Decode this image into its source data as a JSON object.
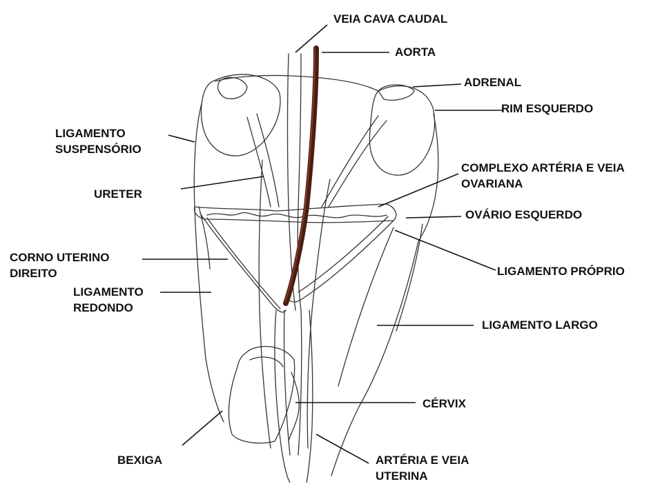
{
  "labels": {
    "veia_cava_caudal": "VEIA CAVA CAUDAL",
    "aorta": "AORTA",
    "adrenal": "ADRENAL",
    "rim_esquerdo": "RIM ESQUERDO",
    "ligamento_suspensorio": [
      "LIGAMENTO",
      "SUSPENSÓRIO"
    ],
    "complexo_arteria_veia_ovariana": [
      "COMPLEXO ARTÉRIA E VEIA",
      "OVARIANA"
    ],
    "ureter": "URETER",
    "ovario_esquerdo": "OVÁRIO ESQUERDO",
    "corno_uterino_direito": [
      "CORNO UTERINO",
      "DIREITO"
    ],
    "ligamento_proprio": "LIGAMENTO PRÓPRIO",
    "ligamento_redondo": [
      "LIGAMENTO",
      "REDONDO"
    ],
    "ligamento_largo": "LIGAMENTO LARGO",
    "cervix": "CÉRVIX",
    "bexiga": "BEXIGA",
    "arteria_veia_uterina": [
      "ARTÉRIA E VEIA",
      "UTERINA"
    ]
  },
  "colors": {
    "ink": "#111111",
    "aorta": "#4a1e12",
    "background": "#ffffff"
  }
}
